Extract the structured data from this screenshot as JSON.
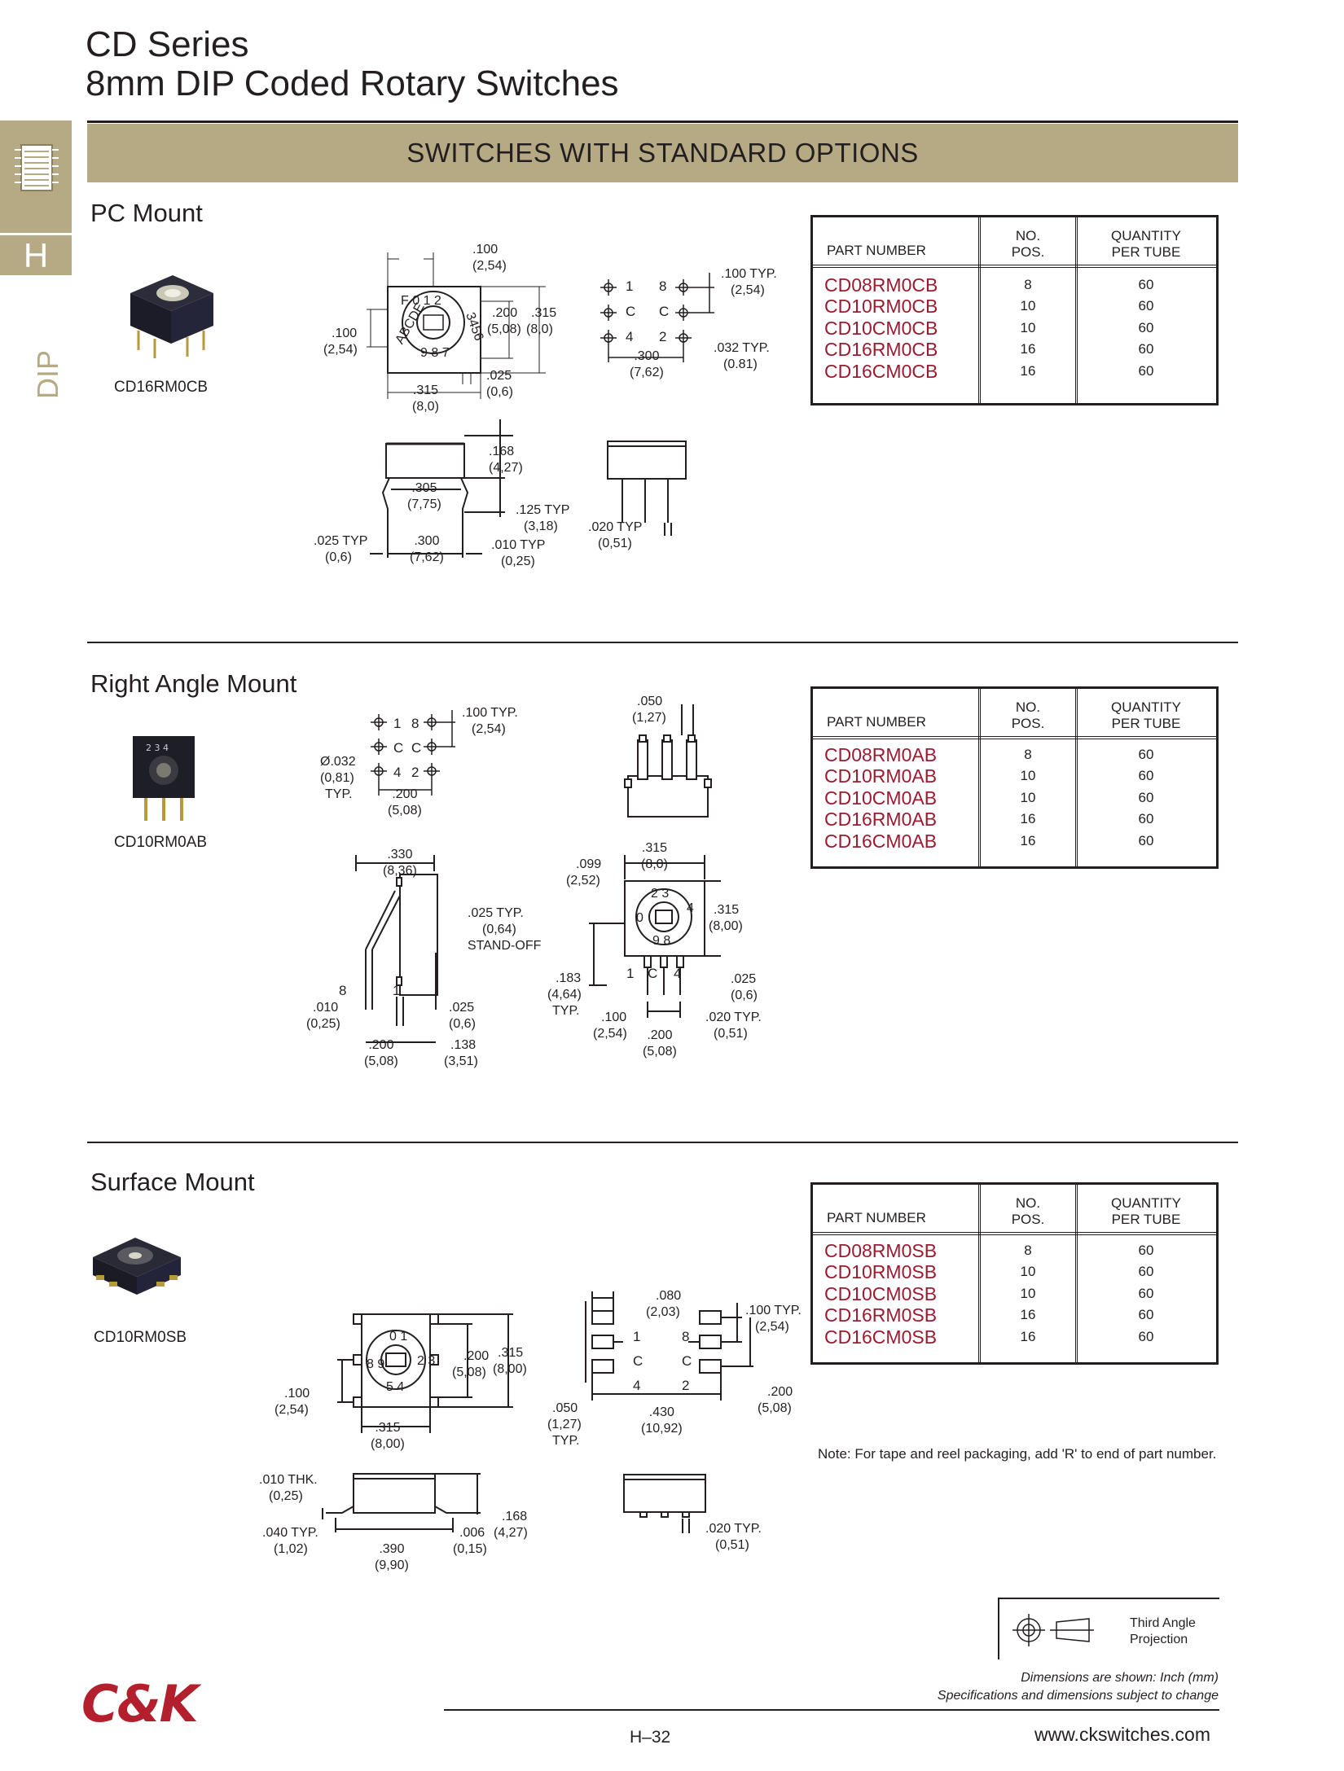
{
  "header": {
    "series": "CD Series",
    "subtitle": "8mm DIP Coded Rotary Switches",
    "banner": "SWITCHES WITH STANDARD OPTIONS"
  },
  "sidebar": {
    "tab_letter": "H",
    "vertical_label": "DIP"
  },
  "table_headers": {
    "part_number": "PART NUMBER",
    "no_pos_1": "NO.",
    "no_pos_2": "POS.",
    "qty_1": "QUANTITY",
    "qty_2": "PER TUBE"
  },
  "sections": [
    {
      "title": "PC Mount",
      "photo_caption": "CD16RM0CB",
      "rows": [
        {
          "part": "CD08RM0CB",
          "pos": "8",
          "qty": "60"
        },
        {
          "part": "CD10RM0CB",
          "pos": "10",
          "qty": "60"
        },
        {
          "part": "CD10CM0CB",
          "pos": "10",
          "qty": "60"
        },
        {
          "part": "CD16RM0CB",
          "pos": "16",
          "qty": "60"
        },
        {
          "part": "CD16CM0CB",
          "pos": "16",
          "qty": "60"
        }
      ]
    },
    {
      "title": "Right Angle Mount",
      "photo_caption": "CD10RM0AB",
      "rows": [
        {
          "part": "CD08RM0AB",
          "pos": "8",
          "qty": "60"
        },
        {
          "part": "CD10RM0AB",
          "pos": "10",
          "qty": "60"
        },
        {
          "part": "CD10CM0AB",
          "pos": "10",
          "qty": "60"
        },
        {
          "part": "CD16RM0AB",
          "pos": "16",
          "qty": "60"
        },
        {
          "part": "CD16CM0AB",
          "pos": "16",
          "qty": "60"
        }
      ]
    },
    {
      "title": "Surface Mount",
      "photo_caption": "CD10RM0SB",
      "rows": [
        {
          "part": "CD08RM0SB",
          "pos": "8",
          "qty": "60"
        },
        {
          "part": "CD10RM0SB",
          "pos": "10",
          "qty": "60"
        },
        {
          "part": "CD10CM0SB",
          "pos": "10",
          "qty": "60"
        },
        {
          "part": "CD16RM0SB",
          "pos": "16",
          "qty": "60"
        },
        {
          "part": "CD16CM0SB",
          "pos": "16",
          "qty": "60"
        }
      ]
    }
  ],
  "dims": {
    "pc": {
      "d100": ".100",
      "d100mm": "(2,54)",
      "d200": ".200",
      "d200mm": "(5,08)",
      "d315": ".315",
      "d315mm": "(8,0)",
      "d025": ".025",
      "d025mm": "(0,6)",
      "d100l": ".100",
      "d100lmm": "(2,54)",
      "d315b": ".315",
      "d315bmm": "(8,0)",
      "p1": "1",
      "p8": "8",
      "pc1": "C",
      "pc2": "C",
      "p4": "4",
      "p2": "2",
      "typ100": ".100 TYP.",
      "typ100mm": "(2,54)",
      "typ032": ".032 TYP.",
      "typ032mm": "(0.81)",
      "d300": ".300",
      "d300mm": "(7,62)",
      "d168": ".168",
      "d168mm": "(4,27)",
      "d305": ".305",
      "d305mm": "(7,75)",
      "d125": ".125 TYP",
      "d125mm": "(3,18)",
      "d025typ": ".025 TYP",
      "d025typmm": "(0,6)",
      "d300b": ".300",
      "d300bmm": "(7,62)",
      "d010typ": ".010 TYP",
      "d010typmm": "(0,25)",
      "d020typ": ".020 TYP",
      "d020typmm": "(0,51)"
    },
    "ra": {
      "p1": "1",
      "p8": "8",
      "pc1": "C",
      "pc2": "C",
      "p4": "4",
      "p2": "2",
      "typ100": ".100 TYP.",
      "typ100mm": "(2,54)",
      "dia032": "Ø.032",
      "dia032mm": "(0,81)",
      "dia032typ": "TYP.",
      "d200": ".200",
      "d200mm": "(5,08)",
      "d050": ".050",
      "d050mm": "(1,27)",
      "d330": ".330",
      "d330mm": "(8,36)",
      "d025typ": ".025 TYP.",
      "d025typmm": "(0,64)",
      "standoff": "STAND-OFF",
      "s8": "8",
      "s1": "1",
      "d010": ".010",
      "d010mm": "(0,25)",
      "d025": ".025",
      "d025mm": "(0,6)",
      "d200b": ".200",
      "d200bmm": "(5,08)",
      "d138": ".138",
      "d138mm": "(3,51)",
      "d315": ".315",
      "d315mm": "(8,0)",
      "d099": ".099",
      "d099mm": "(2,52)",
      "d315r": ".315",
      "d315rmm": "(8,00)",
      "d183": ".183",
      "d183mm": "(4,64)",
      "d183typ": "TYP.",
      "f1": "1",
      "fC": "C",
      "f4": "4",
      "d025r": ".025",
      "d025rmm": "(0,6)",
      "d100": ".100",
      "d100mm": "(2,54)",
      "d200c": ".200",
      "d200cmm": "(5,08)",
      "d020typ": ".020 TYP.",
      "d020typmm": "(0,51)"
    },
    "sm": {
      "d100": ".100",
      "d100mm": "(2,54)",
      "d200": ".200",
      "d200mm": "(5,08)",
      "d315": ".315",
      "d315mm": "(8,00)",
      "d315b": ".315",
      "d315bmm": "(8,00)",
      "d080": ".080",
      "d080mm": "(2,03)",
      "typ100": ".100 TYP.",
      "typ100mm": "(2,54)",
      "q1": "1",
      "q8": "8",
      "qC1": "C",
      "qC2": "C",
      "q4": "4",
      "q2": "2",
      "d200r": ".200",
      "d200rmm": "(5,08)",
      "d050": ".050",
      "d050mm": "(1,27)",
      "d050typ": "TYP.",
      "d430": ".430",
      "d430mm": "(10,92)",
      "d010thk": ".010 THK.",
      "d010thkmm": "(0,25)",
      "d040typ": ".040 TYP.",
      "d040typmm": "(1,02)",
      "d390": ".390",
      "d390mm": "(9,90)",
      "d006": ".006",
      "d006mm": "(0,15)",
      "d168": ".168",
      "d168mm": "(4,27)",
      "d020typ": ".020 TYP.",
      "d020typmm": "(0,51)"
    }
  },
  "note": "Note: For tape and reel packaging, add 'R' to end of part number.",
  "projection": {
    "line1": "Third Angle",
    "line2": "Projection"
  },
  "footer": {
    "dims_note": "Dimensions are shown: Inch (mm)",
    "spec_note": "Specifications and dimensions subject to change",
    "logo": "C&K",
    "page": "H–32",
    "url": "www.ckswitches.com"
  }
}
